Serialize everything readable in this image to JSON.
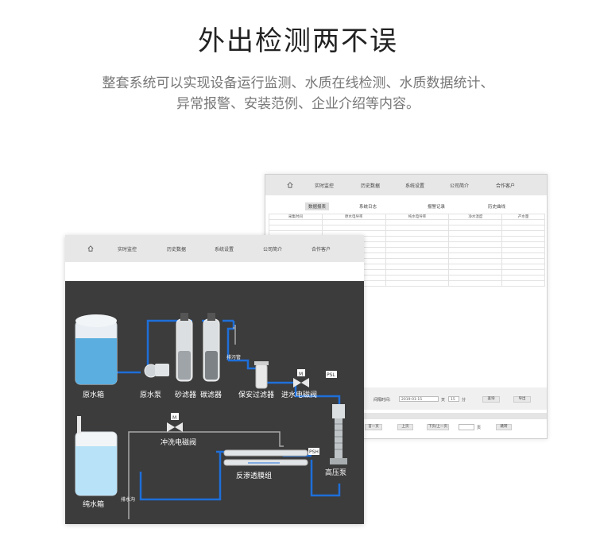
{
  "heading": {
    "title": "外出检测两不误",
    "subtitle_line1": "整套系统可以实现设备运行监测、水质在线检测、水质数据统计、",
    "subtitle_line2": "异常报警、安装范例、企业介绍等内容。"
  },
  "back_window": {
    "nav": [
      "实时监控",
      "历史数据",
      "系统设置",
      "公司简介",
      "合作客户"
    ],
    "tabs": [
      "数据报表",
      "系统日志",
      "报警记录",
      "历史曲线"
    ],
    "table_headers": [
      "采集时间",
      "原水电导率",
      "纯水电导率",
      "净水温度",
      "产水量"
    ],
    "controls": {
      "interval_label": "间隔时间:",
      "date_value": "2019-01-15",
      "unit_a": "天",
      "count_value": "15",
      "unit_b": "分",
      "query_button": "查询",
      "export_button": "导出",
      "first_page": "首一页",
      "prev_page": "上页",
      "next_page": "下页/上一页",
      "page_suffix": "页",
      "jump_button": "跳转"
    }
  },
  "front_window": {
    "nav": [
      "实时监控",
      "历史数据",
      "系统设置",
      "公司简介",
      "合作客户"
    ]
  },
  "diagram": {
    "labels": {
      "raw_tank": "原水箱",
      "raw_pump": "原水泵",
      "sand_filter": "砂滤器",
      "carbon_filter": "碳滤器",
      "drain_top": "排污管",
      "security_filter": "保安过滤器",
      "inlet_valve": "进水电磁阀",
      "high_pump": "高压泵",
      "flush_valve": "冲洗电磁阀",
      "ro_group": "反渗透膜组",
      "pure_tank": "纯水箱",
      "drain_bottom": "排水沟",
      "valve_m1": "M",
      "valve_m2": "M",
      "ps_low": "PSL",
      "ps_high": "PSH"
    },
    "colors": {
      "background": "#3c3c3c",
      "pipe": "#1e6fd9",
      "water": "#5aaee0",
      "pure_water": "#b8e2f8"
    }
  }
}
